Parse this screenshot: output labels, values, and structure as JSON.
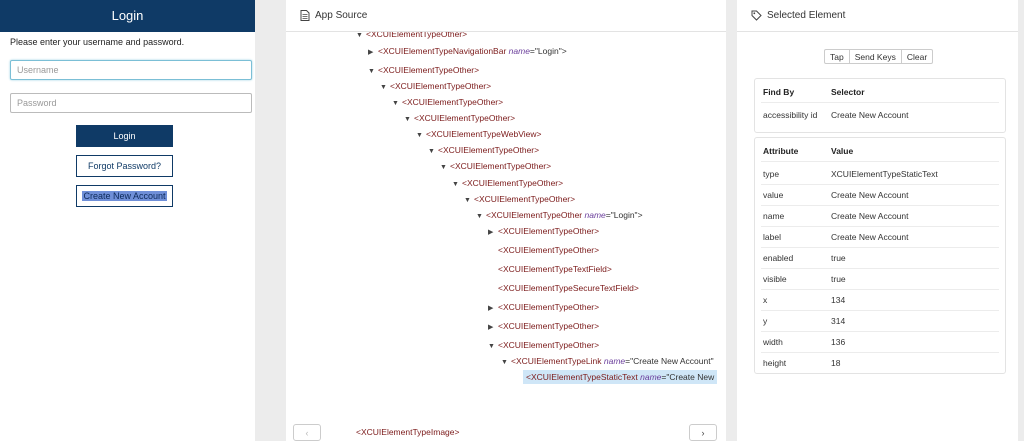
{
  "device": {
    "header_title": "Login",
    "instructions": "Please enter your username and password.",
    "username_placeholder": "Username",
    "password_placeholder": "Password",
    "login_label": "Login",
    "forgot_label": "Forgot Password?",
    "create_account_label": "Create New Account"
  },
  "source": {
    "title": "App Source",
    "nodes": [
      {
        "text": "<XCUIElementTypeOther>",
        "attr_name": "",
        "attr_value": "",
        "caret": "down"
      },
      {
        "text": "<XCUIElementTypeNavigationBar",
        "attr_name": "name",
        "attr_value": "=\"Login\">",
        "caret": "right"
      },
      {
        "text": "<XCUIElementTypeOther>",
        "attr_name": "",
        "attr_value": "",
        "caret": "down"
      },
      {
        "text": "<XCUIElementTypeOther>",
        "attr_name": "",
        "attr_value": "",
        "caret": "down"
      },
      {
        "text": "<XCUIElementTypeOther>",
        "attr_name": "",
        "attr_value": "",
        "caret": "down"
      },
      {
        "text": "<XCUIElementTypeOther>",
        "attr_name": "",
        "attr_value": "",
        "caret": "down"
      },
      {
        "text": "<XCUIElementTypeWebView>",
        "attr_name": "",
        "attr_value": "",
        "caret": "down"
      },
      {
        "text": "<XCUIElementTypeOther>",
        "attr_name": "",
        "attr_value": "",
        "caret": "down"
      },
      {
        "text": "<XCUIElementTypeOther>",
        "attr_name": "",
        "attr_value": "",
        "caret": "down"
      },
      {
        "text": "<XCUIElementTypeOther>",
        "attr_name": "",
        "attr_value": "",
        "caret": "down"
      },
      {
        "text": "<XCUIElementTypeOther>",
        "attr_name": "",
        "attr_value": "",
        "caret": "down"
      },
      {
        "text": "<XCUIElementTypeOther",
        "attr_name": "name",
        "attr_value": "=\"Login\">",
        "caret": "down"
      },
      {
        "text": "<XCUIElementTypeOther>",
        "attr_name": "",
        "attr_value": "",
        "caret": "right"
      },
      {
        "text": "<XCUIElementTypeOther>",
        "attr_name": "",
        "attr_value": "",
        "caret": ""
      },
      {
        "text": "<XCUIElementTypeTextField>",
        "attr_name": "",
        "attr_value": "",
        "caret": ""
      },
      {
        "text": "<XCUIElementTypeSecureTextField>",
        "attr_name": "",
        "attr_value": "",
        "caret": ""
      },
      {
        "text": "<XCUIElementTypeOther>",
        "attr_name": "",
        "attr_value": "",
        "caret": "right"
      },
      {
        "text": "<XCUIElementTypeOther>",
        "attr_name": "",
        "attr_value": "",
        "caret": "right"
      },
      {
        "text": "<XCUIElementTypeOther>",
        "attr_name": "",
        "attr_value": "",
        "caret": "down"
      },
      {
        "text": "<XCUIElementTypeLink",
        "attr_name": "name",
        "attr_value": "=\"Create New Account\"",
        "caret": "down"
      },
      {
        "text": "<XCUIElementTypeStaticText",
        "attr_name": "name",
        "attr_value": "=\"Create New",
        "caret": "",
        "selected": true
      }
    ],
    "image_node": "<XCUIElementTypeImage>",
    "pager_prev": "‹",
    "pager_next": "›"
  },
  "selected": {
    "title": "Selected Element",
    "actions": [
      "Tap",
      "Send Keys",
      "Clear"
    ],
    "findby": {
      "col1": "Find By",
      "col2": "Selector",
      "rows": [
        {
          "k": "accessibility id",
          "v": "Create New Account"
        }
      ]
    },
    "attributes": {
      "col1": "Attribute",
      "col2": "Value",
      "rows": [
        {
          "k": "type",
          "v": "XCUIElementTypeStaticText"
        },
        {
          "k": "value",
          "v": "Create New Account"
        },
        {
          "k": "name",
          "v": "Create New Account"
        },
        {
          "k": "label",
          "v": "Create New Account"
        },
        {
          "k": "enabled",
          "v": "true"
        },
        {
          "k": "visible",
          "v": "true"
        },
        {
          "k": "x",
          "v": "134"
        },
        {
          "k": "y",
          "v": "314"
        },
        {
          "k": "width",
          "v": "136"
        },
        {
          "k": "height",
          "v": "18"
        }
      ]
    }
  }
}
